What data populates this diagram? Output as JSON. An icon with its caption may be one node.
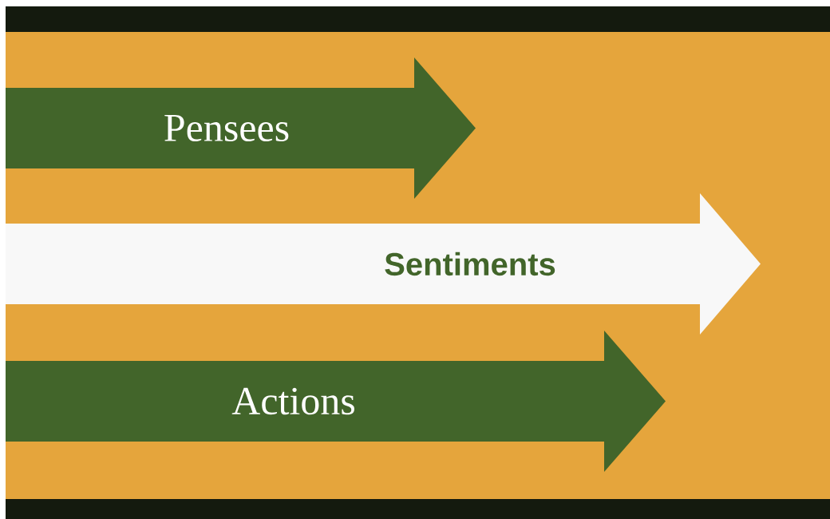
{
  "diagram": {
    "nodes": [
      {
        "text": [
          "Pensees"
        ]
      },
      {
        "text": [
          "Sentiments"
        ]
      },
      {
        "text": [
          "Actions"
        ]
      }
    ]
  }
}
